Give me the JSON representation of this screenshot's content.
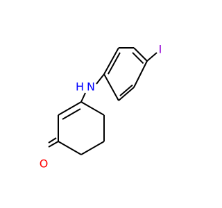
{
  "molecule": {
    "atoms": {
      "iodine": {
        "symbol": "I",
        "color": "#9400D3"
      },
      "nitrogen": {
        "symbol": "N",
        "color": "#0000FF"
      },
      "hydrogen": {
        "symbol": "H",
        "color": "#0000FF"
      },
      "oxygen": {
        "symbol": "O",
        "color": "#FF0000"
      }
    },
    "bond_color": "#000000"
  }
}
